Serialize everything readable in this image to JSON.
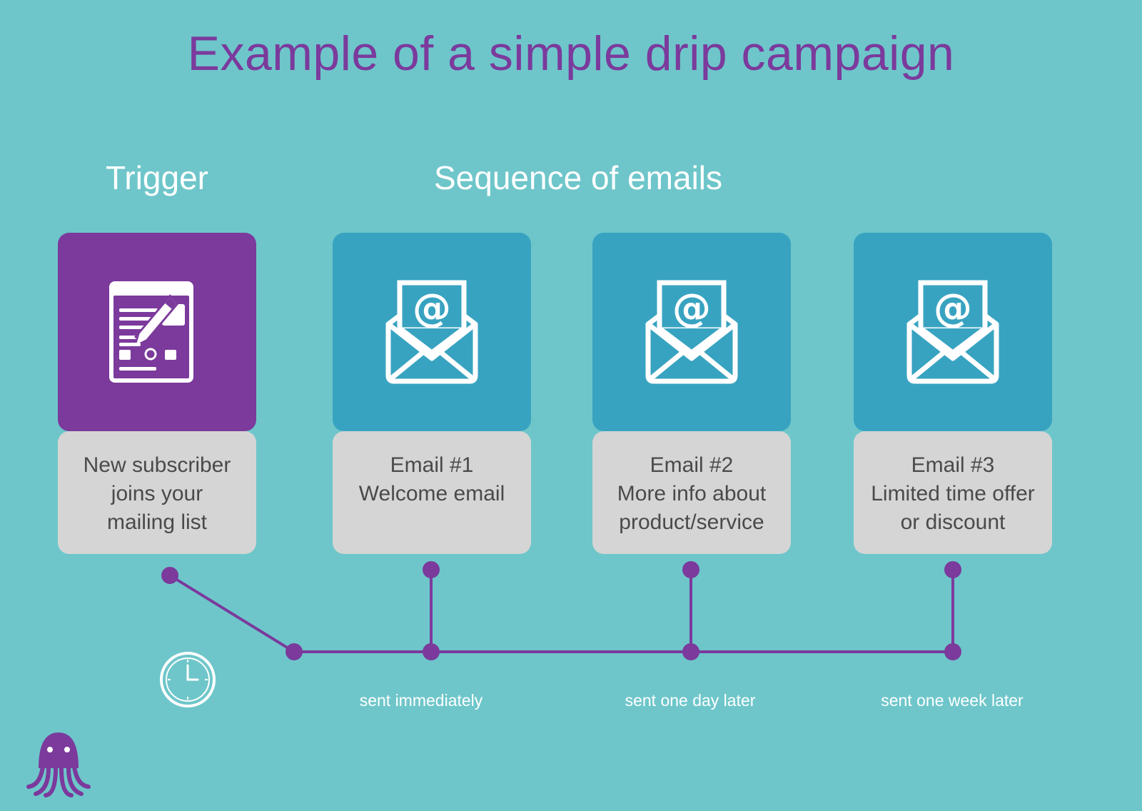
{
  "title": "Example of a simple drip campaign",
  "headings": {
    "trigger": "Trigger",
    "sequence": "Sequence of emails"
  },
  "trigger_step": {
    "icon": "signup-form-icon",
    "lines": [
      "New subscriber",
      "joins your",
      "mailing list"
    ]
  },
  "emails": [
    {
      "icon": "email-envelope-icon",
      "lines": [
        "Email #1",
        "Welcome email"
      ],
      "timing": "sent immediately"
    },
    {
      "icon": "email-envelope-icon",
      "lines": [
        "Email #2",
        "More info about",
        "product/service"
      ],
      "timing": "sent one day later"
    },
    {
      "icon": "email-envelope-icon",
      "lines": [
        "Email #3",
        "Limited time offer",
        "or discount"
      ],
      "timing": "sent one week later"
    }
  ],
  "colors": {
    "background": "#6ec6ca",
    "accent_purple": "#7b3a9c",
    "email_box": "#38a3c1",
    "label_box": "#d5d5d5",
    "label_text": "#4a4a4a"
  },
  "decorations": {
    "clock_icon": "clock-icon",
    "logo_icon": "octopus-logo-icon"
  }
}
